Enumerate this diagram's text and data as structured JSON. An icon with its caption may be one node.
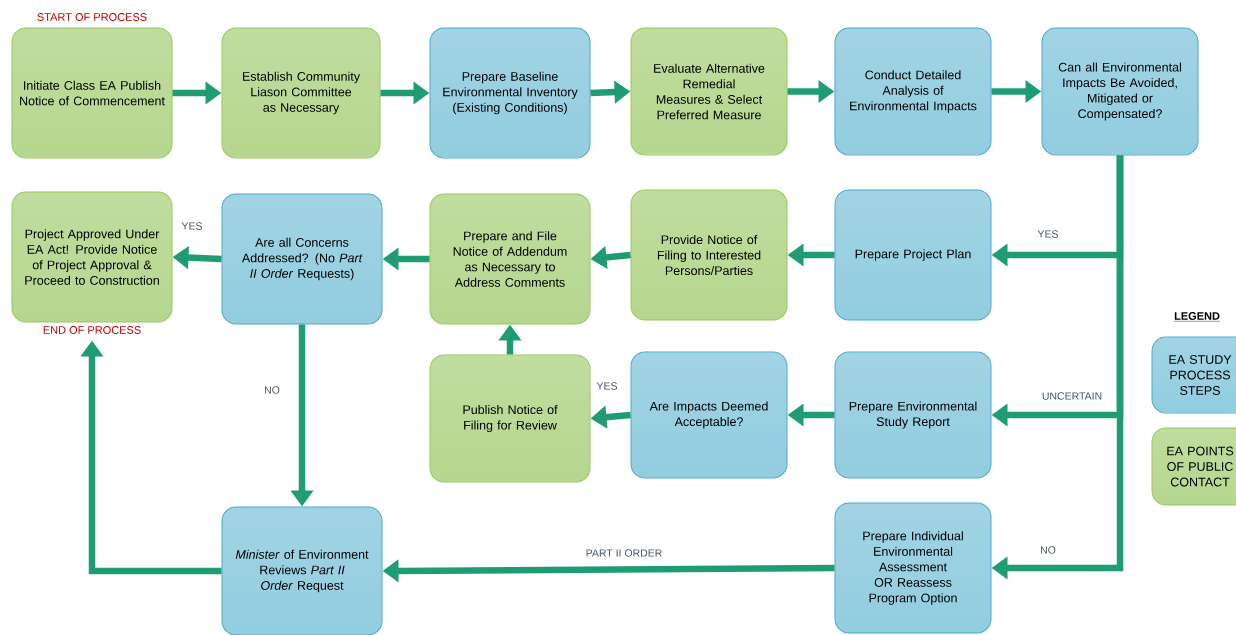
{
  "diagram": {
    "nodes": [
      {
        "text": [
          "Initiate Class EA Publish Notice of Commencement"
        ],
        "beside": [
          "START OF PROCESS"
        ]
      },
      {
        "text": [
          "Establish Community Liason Committee as Necessary"
        ]
      },
      {
        "text": [
          "Prepare Baseline Environmental Inventory (Existing Conditions)"
        ]
      },
      {
        "text": [
          "Evaluate Alternative Remedial Measures & Select Preferred Measure"
        ]
      },
      {
        "text": [
          "Conduct Detailed Analysis of Environmental Impacts"
        ]
      },
      {
        "text": [
          "Can all Environmental Impacts Be Avoided, Mitigated or Compensated?"
        ]
      },
      {
        "text": [
          "Project Approved Under EA Act! Provide Notice of Project Approval & Proceed to Construction"
        ],
        "beside": [
          "END OF PROCESS"
        ]
      },
      {
        "text": [
          "Are all Concerns Addressed? (No *Part II Order* Requests)"
        ]
      },
      {
        "text": [
          "Prepare and File Notice of Addendum as Necessary to Address Comments"
        ]
      },
      {
        "text": [
          "Provide Notice of Filing to Interested Persons/Parties"
        ]
      },
      {
        "text": [
          "Prepare Project Plan"
        ]
      },
      {
        "text": [
          "Publish Notice of Filing for Review"
        ]
      },
      {
        "text": [
          "Are Impacts Deemed Acceptable?"
        ]
      },
      {
        "text": [
          "Prepare Environmental Study Report"
        ]
      },
      {
        "text": [
          "*Minister* of Environment Reviews *Part II Order* Request"
        ]
      },
      {
        "text": [
          "Prepare Individual Environmental Assessment OR Reassess Program Option"
        ]
      }
    ],
    "edges": [
      {
        "from": 0,
        "to": 1,
        "arrow": "to"
      },
      {
        "from": 1,
        "to": 2,
        "arrow": "to"
      },
      {
        "from": 2,
        "to": 3,
        "arrow": "to"
      },
      {
        "from": 3,
        "to": 4,
        "arrow": "to"
      },
      {
        "from": 4,
        "to": 5,
        "arrow": "to"
      },
      {
        "from": 5,
        "to": 10,
        "arrow": "to",
        "label": "YES"
      },
      {
        "from": 5,
        "to": 13,
        "arrow": "to",
        "label": "UNCERTAIN"
      },
      {
        "from": 5,
        "to": 15,
        "arrow": "to",
        "label": "NO"
      },
      {
        "from": 10,
        "to": 9,
        "arrow": "to"
      },
      {
        "from": 9,
        "to": 8,
        "arrow": "to"
      },
      {
        "from": 8,
        "to": 7,
        "arrow": "to"
      },
      {
        "from": 7,
        "to": 6,
        "arrow": "to",
        "label": "YES"
      },
      {
        "from": 7,
        "to": 14,
        "arrow": "to",
        "label": "NO"
      },
      {
        "from": 13,
        "to": 12,
        "arrow": "to"
      },
      {
        "from": 12,
        "to": 11,
        "arrow": "to",
        "label": "YES"
      },
      {
        "from": 11,
        "to": 8,
        "arrow": "to"
      },
      {
        "from": 15,
        "to": 14,
        "arrow": "to",
        "label": "PART II ORDER"
      },
      {
        "from": 14,
        "to": 6,
        "arrow": "to"
      }
    ],
    "labels": [
      "LEGEND"
    ],
    "legend": [
      {
        "text": "EA STUDY PROCESS STEPS",
        "color": "#92cde0"
      },
      {
        "text": "EA POINTS OF PUBLIC CONTACT",
        "color": "#b5d78f"
      }
    ]
  }
}
